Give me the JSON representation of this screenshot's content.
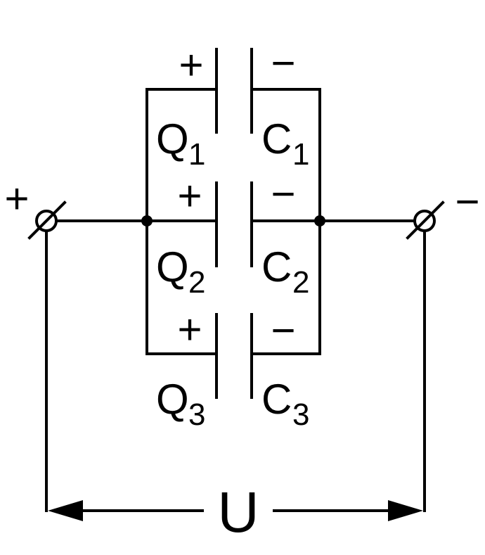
{
  "diagram": {
    "labels": {
      "q1_main": "Q",
      "q1_sub": "1",
      "q2_main": "Q",
      "q2_sub": "2",
      "q3_main": "Q",
      "q3_sub": "3",
      "c1_main": "C",
      "c1_sub": "1",
      "c2_main": "C",
      "c2_sub": "2",
      "c3_main": "C",
      "c3_sub": "3",
      "cap1_plus": "+",
      "cap1_minus": "−",
      "cap2_plus": "+",
      "cap2_minus": "−",
      "cap3_plus": "+",
      "cap3_minus": "−",
      "terminal_plus": "+",
      "terminal_minus": "−",
      "voltage": "U"
    },
    "colors": {
      "stroke": "#000000",
      "background": "#ffffff"
    }
  }
}
